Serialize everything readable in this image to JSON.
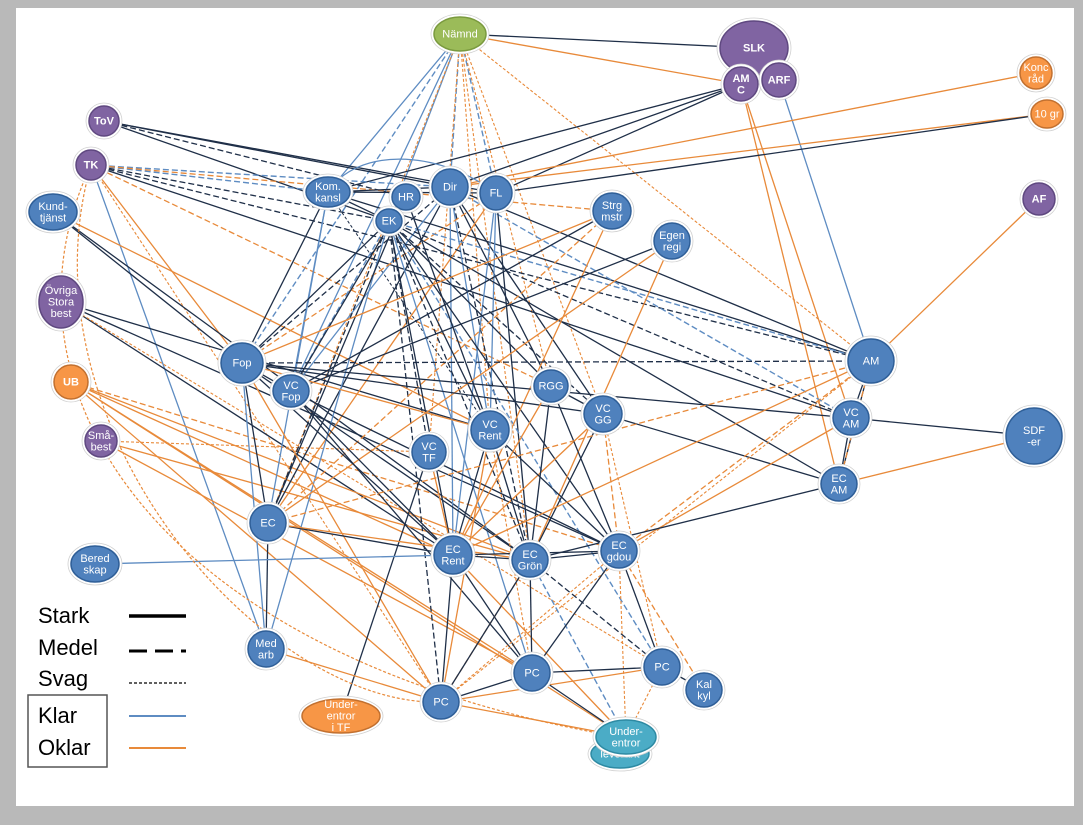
{
  "colors": {
    "blue_node": "#4f81bd",
    "blue_border": "#2f5f98",
    "purple_node": "#8064a2",
    "purple_border": "#5f4880",
    "green_node": "#9bbb59",
    "orange_node": "#f79646",
    "orange_border": "#c2702f",
    "cyan_node": "#4bacc6",
    "edge_dark": "#1f2f48",
    "edge_blue": "#5e8cc2",
    "edge_orange": "#e88a3a",
    "halo": "#ffffff"
  },
  "nodes": [
    {
      "id": "namnd",
      "lines": [
        "Nämnd"
      ],
      "color": "green"
    },
    {
      "id": "slk",
      "lines": [
        "SLK"
      ],
      "color": "purple"
    },
    {
      "id": "amc",
      "lines": [
        "AM",
        "C"
      ],
      "color": "purple"
    },
    {
      "id": "arf",
      "lines": [
        "ARF"
      ],
      "color": "purple"
    },
    {
      "id": "koncrad",
      "lines": [
        "Konc",
        "råd"
      ],
      "color": "orange"
    },
    {
      "id": "tiogr",
      "lines": [
        "10 gr"
      ],
      "color": "orange"
    },
    {
      "id": "tov",
      "lines": [
        "ToV"
      ],
      "color": "purple"
    },
    {
      "id": "tk",
      "lines": [
        "TK"
      ],
      "color": "purple"
    },
    {
      "id": "kund",
      "lines": [
        "Kund-",
        "tjänst"
      ],
      "color": "blue"
    },
    {
      "id": "ovriga",
      "lines": [
        "Övriga",
        "Stora",
        "best"
      ],
      "color": "purple"
    },
    {
      "id": "ub",
      "lines": [
        "UB"
      ],
      "color": "orange"
    },
    {
      "id": "smabest",
      "lines": [
        "Små-",
        "best"
      ],
      "color": "purple"
    },
    {
      "id": "komkansl",
      "lines": [
        "Kom.",
        "kansl"
      ],
      "color": "blue"
    },
    {
      "id": "hr",
      "lines": [
        "HR"
      ],
      "color": "blue"
    },
    {
      "id": "dir",
      "lines": [
        "Dir"
      ],
      "color": "blue"
    },
    {
      "id": "fl",
      "lines": [
        "FL"
      ],
      "color": "blue"
    },
    {
      "id": "ek",
      "lines": [
        "EK"
      ],
      "color": "blue"
    },
    {
      "id": "strg",
      "lines": [
        "Strg",
        "mstr"
      ],
      "color": "blue"
    },
    {
      "id": "egen",
      "lines": [
        "Egen",
        "regi"
      ],
      "color": "blue"
    },
    {
      "id": "af",
      "lines": [
        "AF"
      ],
      "color": "purple"
    },
    {
      "id": "fop",
      "lines": [
        "Fop"
      ],
      "color": "blue"
    },
    {
      "id": "vcfop",
      "lines": [
        "VC",
        "Fop"
      ],
      "color": "blue"
    },
    {
      "id": "am",
      "lines": [
        "AM"
      ],
      "color": "blue"
    },
    {
      "id": "rgg",
      "lines": [
        "RGG"
      ],
      "color": "blue"
    },
    {
      "id": "vcgg",
      "lines": [
        "VC",
        "GG"
      ],
      "color": "blue"
    },
    {
      "id": "vcam",
      "lines": [
        "VC",
        "AM"
      ],
      "color": "blue"
    },
    {
      "id": "sdf",
      "lines": [
        "SDF",
        "-er"
      ],
      "color": "blue"
    },
    {
      "id": "vcrent",
      "lines": [
        "VC",
        "Rent"
      ],
      "color": "blue"
    },
    {
      "id": "vctf",
      "lines": [
        "VC",
        "TF"
      ],
      "color": "blue"
    },
    {
      "id": "ecam",
      "lines": [
        "EC",
        "AM"
      ],
      "color": "blue"
    },
    {
      "id": "ec",
      "lines": [
        "EC"
      ],
      "color": "blue"
    },
    {
      "id": "ecrent",
      "lines": [
        "EC",
        "Rent"
      ],
      "color": "blue"
    },
    {
      "id": "ecgron",
      "lines": [
        "EC",
        "Grön"
      ],
      "color": "blue"
    },
    {
      "id": "ecgdou",
      "lines": [
        "EC",
        "gdou"
      ],
      "color": "blue"
    },
    {
      "id": "bered",
      "lines": [
        "Bered",
        "skap"
      ],
      "color": "blue"
    },
    {
      "id": "medarb",
      "lines": [
        "Med",
        "arb"
      ],
      "color": "blue"
    },
    {
      "id": "pc1",
      "lines": [
        "PC"
      ],
      "color": "blue"
    },
    {
      "id": "pc2",
      "lines": [
        "PC"
      ],
      "color": "blue"
    },
    {
      "id": "pc3",
      "lines": [
        "PC"
      ],
      "color": "blue"
    },
    {
      "id": "kalkyl",
      "lines": [
        "Kal",
        "kyl"
      ],
      "color": "blue"
    },
    {
      "id": "undertf",
      "lines": [
        "Under-",
        "entror",
        "i TF"
      ],
      "color": "orange"
    },
    {
      "id": "leverant",
      "lines": [
        "leverant"
      ],
      "color": "cyan"
    },
    {
      "id": "underentror",
      "lines": [
        "Under-",
        "entror"
      ],
      "color": "cyan"
    }
  ],
  "legend": {
    "stark": "Stark",
    "medel": "Medel",
    "svag": "Svag",
    "klar": "Klar",
    "oklar": "Oklar"
  }
}
